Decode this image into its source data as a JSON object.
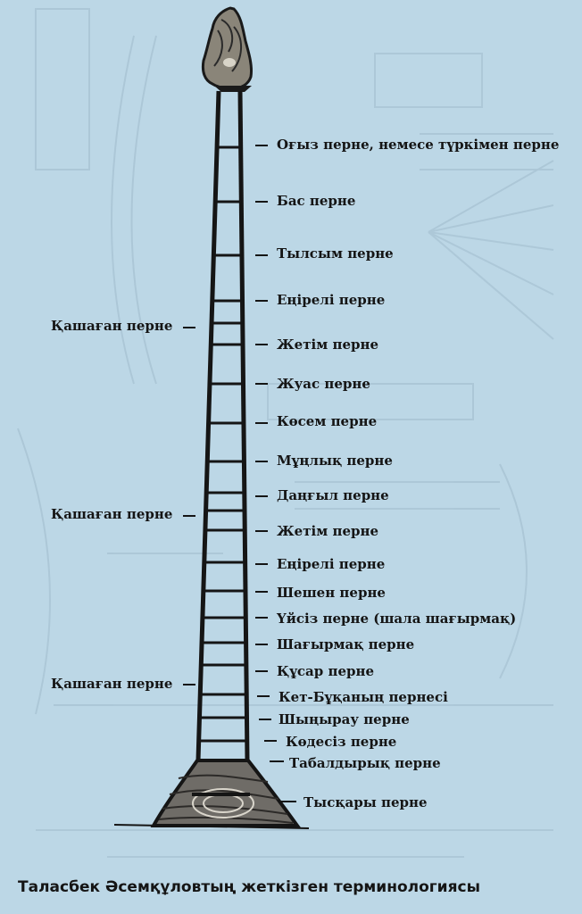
{
  "fret_labels": [
    "Оғыз перне, немесе түркімен перне",
    "Бас перне",
    "Тылсым перне",
    "Еңірелі перне",
    "Жетім перне",
    "Жуас перне",
    "Көсем перне",
    "Мұңлық перне",
    "Даңғыл перне",
    "Жетім перне",
    "Еңірелі перне",
    "Шешен перне",
    "Үйсіз перне (шала шағырмақ)",
    "Шағырмақ перне",
    "Құсар перне",
    "Кет-Бұқаның пернесі",
    "Шыңырау перне",
    "Көдесіз перне",
    "Табалдырық перне",
    "Тысқары перне"
  ],
  "left_labels": [
    "Қашаған перне",
    "Қашаған перне",
    "Қашаған перне"
  ],
  "caption": "Таласбек Әсемқұловтың жеткізген терминологиясы",
  "colors": {
    "background": "#bcd7e6",
    "ink": "#151515"
  }
}
